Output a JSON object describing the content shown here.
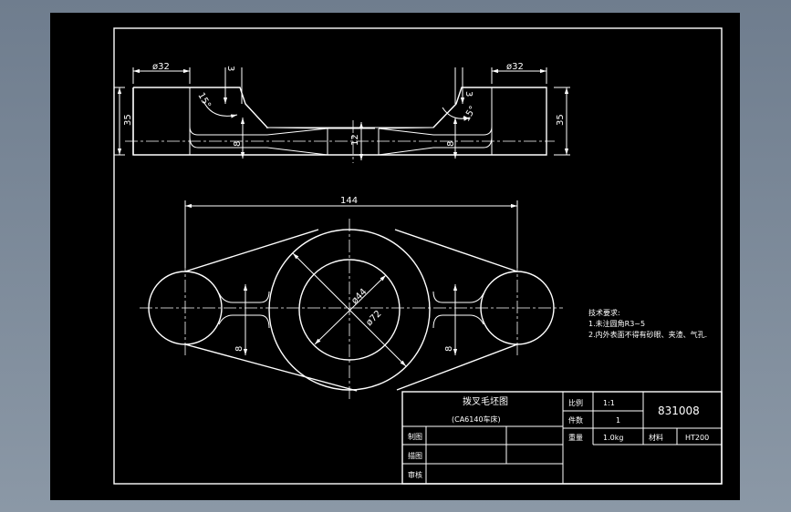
{
  "dimensions": {
    "top_left_dia": "ø32",
    "top_right_dia": "ø32",
    "chamfer_left": "3",
    "chamfer_right": "3",
    "angle_left": "15°",
    "angle_right": "15°",
    "height_left": "35",
    "height_right": "35",
    "web_left": "8",
    "web_right": "8",
    "center_thick": "12",
    "overall_length": "144",
    "inner_dia": "ø44",
    "outer_dia": "ø72",
    "rib_left": "8",
    "rib_right": "8"
  },
  "notes": {
    "title": "技术要求:",
    "line1": "1.未注圆角R3~5",
    "line2": "2.内外表面不得有砂眼、夹渣、气孔."
  },
  "title_block": {
    "part_name": "拨叉毛坯图",
    "machine": "(CA6140车床)",
    "scale_label": "比例",
    "scale_value": "1:1",
    "qty_label": "件数",
    "qty_value": "1",
    "drawing_no": "831008",
    "weight_label": "重量",
    "weight_value": "1.0kg",
    "material_label": "材料",
    "material_value": "HT200",
    "drawn_label": "制图",
    "drafted_label": "描图",
    "checked_label": "审核"
  },
  "colors": {
    "background": "#000000",
    "lines": "#ffffff",
    "frame": "#7d8a99"
  }
}
